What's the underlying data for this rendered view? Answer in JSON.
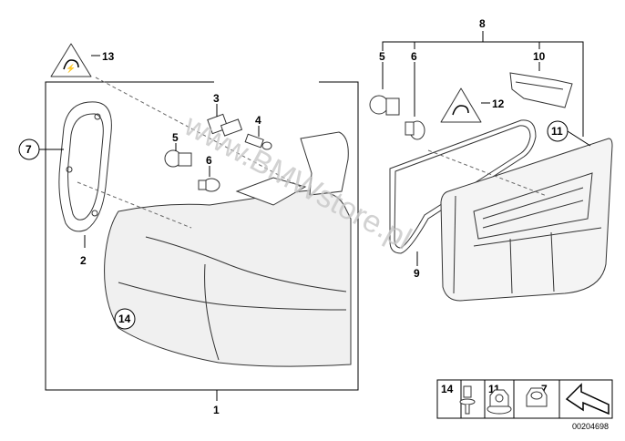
{
  "callouts": [
    {
      "id": "c1",
      "label": "1"
    },
    {
      "id": "c2",
      "label": "2"
    },
    {
      "id": "c3",
      "label": "3"
    },
    {
      "id": "c4",
      "label": "4"
    },
    {
      "id": "c5a",
      "label": "5"
    },
    {
      "id": "c5b",
      "label": "5"
    },
    {
      "id": "c6a",
      "label": "6"
    },
    {
      "id": "c6b",
      "label": "6"
    },
    {
      "id": "c7",
      "label": "7"
    },
    {
      "id": "c8",
      "label": "8"
    },
    {
      "id": "c9",
      "label": "9"
    },
    {
      "id": "c10",
      "label": "10"
    },
    {
      "id": "c11",
      "label": "11"
    },
    {
      "id": "c12",
      "label": "12"
    },
    {
      "id": "c13",
      "label": "13"
    },
    {
      "id": "c14",
      "label": "14"
    }
  ],
  "legend": {
    "items": [
      {
        "label": "14",
        "icon": "clip-icon"
      },
      {
        "label": "11",
        "icon": "hex-nut-icon"
      },
      {
        "label": "7",
        "icon": "hex-nut-icon"
      }
    ],
    "arrow_icon": "direction-arrow-icon"
  },
  "diagram_id": "00204698",
  "watermark": "www.BMWstore.pl",
  "colors": {
    "line": "#000000",
    "part_fill": "#ffffff",
    "lens_fill": "#f0f0f0",
    "watermark": "#c8c8c8"
  }
}
